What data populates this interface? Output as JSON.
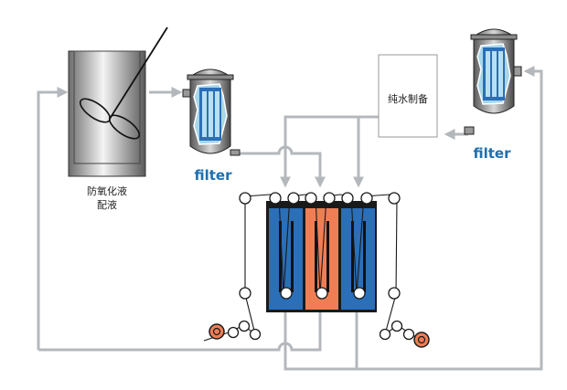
{
  "diagram": {
    "title": "",
    "colors": {
      "pipe": "#b4b8bc",
      "tank_blue": "#2a6fb8",
      "tank_orange": "#ef7e55",
      "filter_text": "#1f6fae",
      "roller_orange": "#ef7e55",
      "outline": "#1a1a1a"
    },
    "nodes": {
      "mixing_tank": {
        "label_line1": "防氧化液",
        "label_line2": "配液",
        "icon": "mixing-tank-icon"
      },
      "filter_left": {
        "label": "filter",
        "icon": "filter-vessel-icon"
      },
      "filter_right": {
        "label": "filter",
        "icon": "filter-vessel-icon"
      },
      "pure_water": {
        "label": "纯水制备"
      },
      "process_tanks": [
        {
          "name": "tank-1",
          "fill": "blue"
        },
        {
          "name": "tank-2",
          "fill": "orange"
        },
        {
          "name": "tank-3",
          "fill": "blue"
        }
      ],
      "unwind_reel": {
        "icon": "reel-icon"
      },
      "rewind_reel": {
        "icon": "reel-icon"
      }
    },
    "edges": [
      {
        "from": "return-loop",
        "to": "mixing_tank"
      },
      {
        "from": "mixing_tank",
        "to": "filter_left"
      },
      {
        "from": "filter_left",
        "to": "tank-2"
      },
      {
        "from": "pure_water",
        "to": "tank-1"
      },
      {
        "from": "pure_water",
        "to": "tank-3"
      },
      {
        "from": "filter_right",
        "to": "pure_water"
      },
      {
        "from": "tank-2",
        "to": "return-loop"
      },
      {
        "from": "tank-1",
        "to": "right-return-loop"
      },
      {
        "from": "tank-3",
        "to": "right-return-loop"
      },
      {
        "from": "right-return-loop",
        "to": "filter_right"
      }
    ]
  }
}
